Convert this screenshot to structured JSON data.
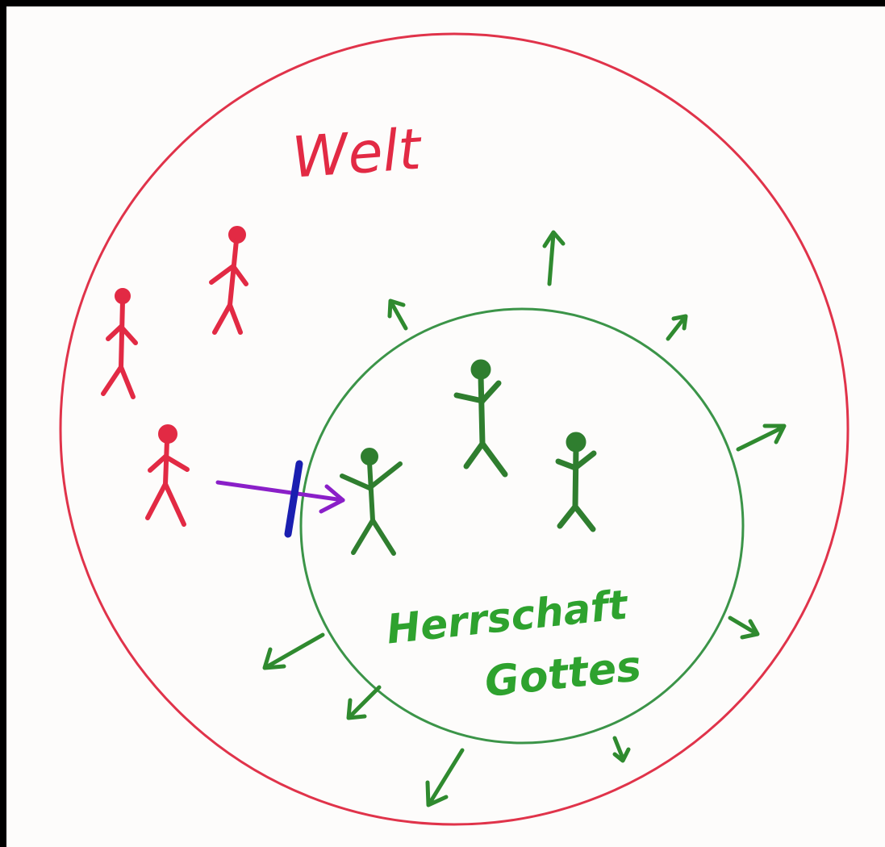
{
  "diagram": {
    "outer_label": "Welt",
    "inner_label_line1": "Herrschaft",
    "inner_label_line2": "Gottes"
  },
  "colors": {
    "paper": "#fdfcfb",
    "frame": "#000000",
    "outer_circle": "#e0334a",
    "outer_figures": "#e22a44",
    "inner_circle": "#3b9448",
    "inner_figures": "#2f7e2f",
    "expansion_arrows": "#2f8a2f",
    "transfer_arrow": "#8a1fc8",
    "barrier": "#1a1fb0"
  }
}
